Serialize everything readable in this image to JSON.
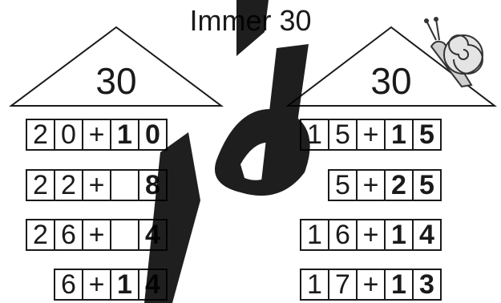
{
  "title": "Immer 30",
  "houses": [
    {
      "roof_number": "30",
      "rows": [
        [
          {
            "v": "2",
            "b": false
          },
          {
            "v": "0",
            "b": false
          },
          {
            "v": "+",
            "b": false
          },
          {
            "v": "1",
            "b": true
          },
          {
            "v": "0",
            "b": true
          }
        ],
        [
          {
            "v": "2",
            "b": false
          },
          {
            "v": "2",
            "b": false
          },
          {
            "v": "+",
            "b": false
          },
          {
            "v": "",
            "b": true
          },
          {
            "v": "8",
            "b": true
          }
        ],
        [
          {
            "v": "2",
            "b": false
          },
          {
            "v": "6",
            "b": false
          },
          {
            "v": "+",
            "b": false
          },
          {
            "v": "",
            "b": true
          },
          {
            "v": "4",
            "b": true
          }
        ],
        [
          {
            "v": "",
            "b": false
          },
          {
            "v": "6",
            "b": false
          },
          {
            "v": "+",
            "b": false
          },
          {
            "v": "1",
            "b": true
          },
          {
            "v": "4",
            "b": true
          }
        ]
      ]
    },
    {
      "roof_number": "30",
      "rows": [
        [
          {
            "v": "1",
            "b": false
          },
          {
            "v": "5",
            "b": false
          },
          {
            "v": "+",
            "b": false
          },
          {
            "v": "1",
            "b": true
          },
          {
            "v": "5",
            "b": true
          }
        ],
        [
          {
            "v": "",
            "b": false
          },
          {
            "v": "5",
            "b": false
          },
          {
            "v": "+",
            "b": false
          },
          {
            "v": "2",
            "b": true
          },
          {
            "v": "5",
            "b": true
          }
        ],
        [
          {
            "v": "1",
            "b": false
          },
          {
            "v": "6",
            "b": false
          },
          {
            "v": "+",
            "b": false
          },
          {
            "v": "1",
            "b": true
          },
          {
            "v": "4",
            "b": true
          }
        ],
        [
          {
            "v": "1",
            "b": false
          },
          {
            "v": "7",
            "b": false
          },
          {
            "v": "+",
            "b": false
          },
          {
            "v": "1",
            "b": true
          },
          {
            "v": "3",
            "b": true
          }
        ]
      ]
    }
  ],
  "watermark_color": "#000000",
  "icons": [
    "snail-icon"
  ]
}
